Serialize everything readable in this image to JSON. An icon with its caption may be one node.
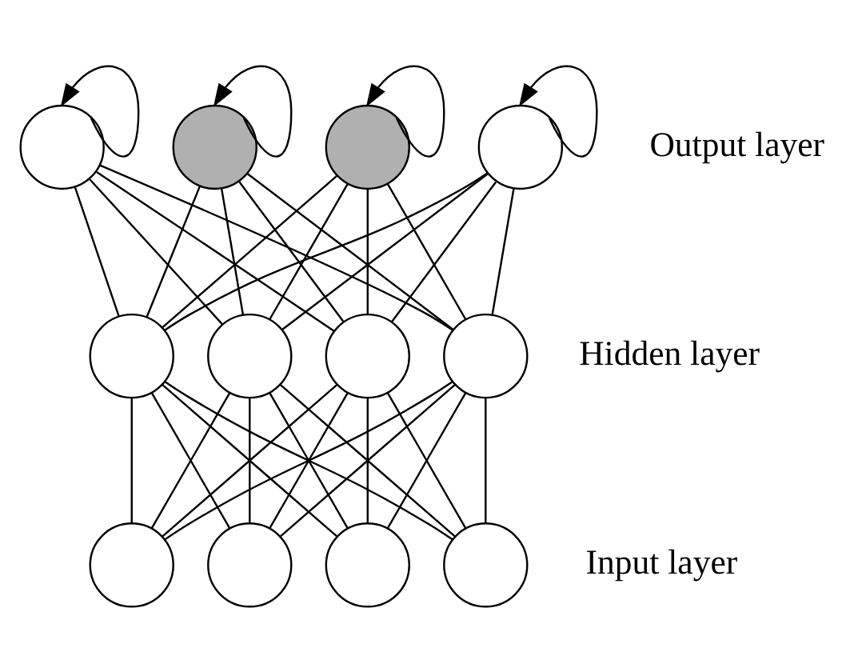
{
  "diagram": {
    "nodes": [
      {
        "text": [],
        "shape": "circle"
      },
      {
        "text": [],
        "shape": "circle"
      },
      {
        "text": [],
        "shape": "circle"
      },
      {
        "text": [],
        "shape": "circle"
      },
      {
        "text": [],
        "shape": "circle"
      },
      {
        "text": [],
        "shape": "circle"
      },
      {
        "text": [],
        "shape": "circle"
      },
      {
        "text": [],
        "shape": "circle"
      },
      {
        "text": [],
        "shape": "circle"
      },
      {
        "text": [],
        "shape": "circle"
      },
      {
        "text": [],
        "shape": "circle"
      },
      {
        "text": [],
        "shape": "circle"
      }
    ],
    "edges": [
      {
        "from": 8,
        "to": 4,
        "arrow": "none"
      },
      {
        "from": 8,
        "to": 5,
        "arrow": "none"
      },
      {
        "from": 8,
        "to": 6,
        "arrow": "none"
      },
      {
        "from": 8,
        "to": 7,
        "arrow": "none"
      },
      {
        "from": 9,
        "to": 4,
        "arrow": "none"
      },
      {
        "from": 9,
        "to": 5,
        "arrow": "none"
      },
      {
        "from": 9,
        "to": 6,
        "arrow": "none"
      },
      {
        "from": 9,
        "to": 7,
        "arrow": "none"
      },
      {
        "from": 10,
        "to": 4,
        "arrow": "none"
      },
      {
        "from": 10,
        "to": 5,
        "arrow": "none"
      },
      {
        "from": 10,
        "to": 6,
        "arrow": "none"
      },
      {
        "from": 10,
        "to": 7,
        "arrow": "none"
      },
      {
        "from": 11,
        "to": 4,
        "arrow": "none"
      },
      {
        "from": 11,
        "to": 5,
        "arrow": "none"
      },
      {
        "from": 11,
        "to": 6,
        "arrow": "none"
      },
      {
        "from": 11,
        "to": 7,
        "arrow": "none"
      },
      {
        "from": 4,
        "to": 0,
        "arrow": "none"
      },
      {
        "from": 4,
        "to": 1,
        "arrow": "none"
      },
      {
        "from": 4,
        "to": 2,
        "arrow": "none"
      },
      {
        "from": 4,
        "to": 3,
        "arrow": "none"
      },
      {
        "from": 5,
        "to": 0,
        "arrow": "none"
      },
      {
        "from": 5,
        "to": 1,
        "arrow": "none"
      },
      {
        "from": 5,
        "to": 2,
        "arrow": "none"
      },
      {
        "from": 5,
        "to": 3,
        "arrow": "none"
      },
      {
        "from": 6,
        "to": 0,
        "arrow": "none"
      },
      {
        "from": 6,
        "to": 1,
        "arrow": "none"
      },
      {
        "from": 6,
        "to": 2,
        "arrow": "none"
      },
      {
        "from": 6,
        "to": 3,
        "arrow": "none"
      },
      {
        "from": 7,
        "to": 0,
        "arrow": "none"
      },
      {
        "from": 7,
        "to": 1,
        "arrow": "none"
      },
      {
        "from": 7,
        "to": 2,
        "arrow": "none"
      },
      {
        "from": 7,
        "to": 3,
        "arrow": "none"
      },
      {
        "from": 0,
        "to": 0,
        "arrow": "to"
      },
      {
        "from": 1,
        "to": 1,
        "arrow": "to"
      },
      {
        "from": 2,
        "to": 2,
        "arrow": "to"
      },
      {
        "from": 3,
        "to": 3,
        "arrow": "to"
      }
    ],
    "labels": [
      "Output layer",
      "Hidden layer",
      "Input layer"
    ]
  }
}
